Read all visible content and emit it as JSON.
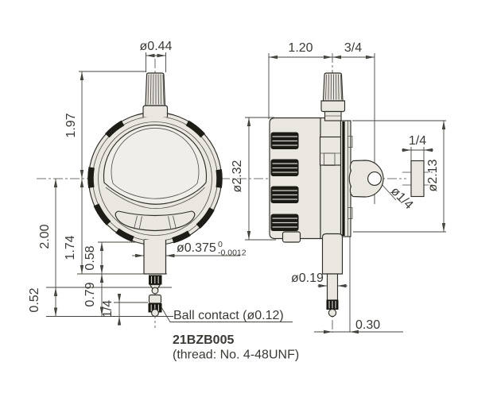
{
  "colors": {
    "body_fill": "#e9e7e0",
    "cap_fill": "#e6e4dd",
    "display_fill": "#efeee8",
    "knurl_fill": "#17160f",
    "outline": "#2e2d28",
    "dim_line": "#45443f"
  },
  "dims": {
    "cap_diameter": "ø0.44",
    "top_to_center": "1.97",
    "center_to_contact_tip": "2.00",
    "center_to_stem_end": "1.74",
    "stem_length": "0.58",
    "stem_end_to_tip": "0.79",
    "contact_thread_length": "1/4",
    "ball_contact_length": "0.52",
    "stem_diameter": "ø0.375",
    "stem_tolerance_upper": "0",
    "stem_tolerance_lower": "-0.0012",
    "bezel_diameter": "ø2.32",
    "body_depth": "1.20",
    "center_to_lug": "3/4",
    "lug_thickness": "1/4",
    "rear_diameter": "ø2.13",
    "lug_hole_diameter": "ø1/4",
    "spindle_diameter": "ø0.19",
    "center_to_rear_face": "0.30"
  },
  "callouts": {
    "ball_contact_label": "Ball contact (ø0.12)",
    "part_number": "21BZB005",
    "thread_note": "(thread: No. 4-48UNF)"
  }
}
